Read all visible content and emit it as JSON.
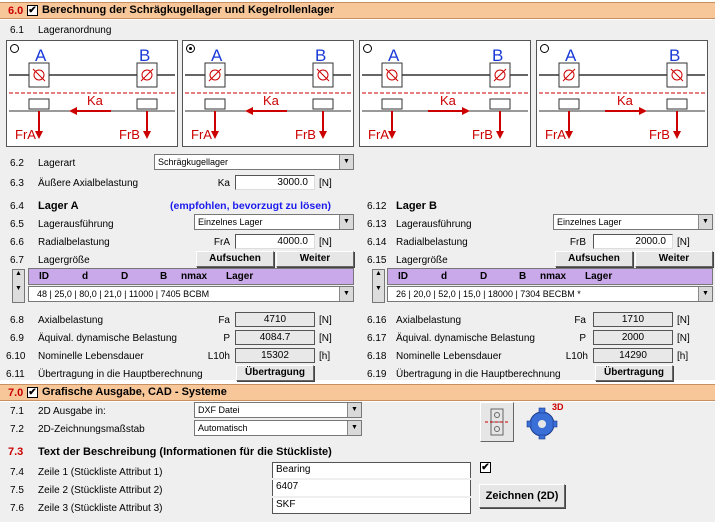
{
  "s6": {
    "num": "6.0",
    "title": "Berechnung der Schrägkugellager und Kegelrollenlager"
  },
  "r61": {
    "num": "6.1",
    "label": "Lageranordnung"
  },
  "diagrams": [
    {
      "a": "A",
      "b": "B",
      "f": "Ka",
      "fra": "FrA",
      "frb": "FrB",
      "selected": false
    },
    {
      "a": "A",
      "b": "B",
      "f": "Ka",
      "fra": "FrA",
      "frb": "FrB",
      "selected": true
    },
    {
      "a": "A",
      "b": "B",
      "f": "Ka",
      "fra": "FrA",
      "frb": "FrB",
      "selected": false
    },
    {
      "a": "A",
      "b": "B",
      "f": "Ka",
      "fra": "FrA",
      "frb": "FrB",
      "selected": false
    }
  ],
  "r62": {
    "num": "6.2",
    "label": "Lagerart",
    "value": "Schrägkugellager"
  },
  "r63": {
    "num": "6.3",
    "label": "Äußere Axialbelastung",
    "sym": "Ka",
    "value": "3000.0",
    "unit": "[N]"
  },
  "lagerA": {
    "r64": {
      "num": "6.4",
      "label": "Lager A",
      "note": "(empfohlen, bevorzugt zu lösen)"
    },
    "r65": {
      "num": "6.5",
      "label": "Lagerausführung",
      "value": "Einzelnes Lager"
    },
    "r66": {
      "num": "6.6",
      "label": "Radialbelastung",
      "sym": "FrA",
      "value": "4000.0",
      "unit": "[N]"
    },
    "r67": {
      "num": "6.7",
      "label": "Lagergröße",
      "btn1": "Aufsuchen",
      "btn2": "Weiter"
    },
    "table": {
      "h_id": "ID",
      "h_d": "d",
      "h_D": "D",
      "h_B": "B",
      "h_nmax": "nmax",
      "h_lager": "Lager",
      "row": "48  |       25,0  |        80,0  |        21,0  |  11000  |  7405 BCBM"
    },
    "r68": {
      "num": "6.8",
      "label": "Axialbelastung",
      "sym": "Fa",
      "value": "4710",
      "unit": "[N]"
    },
    "r69": {
      "num": "6.9",
      "label": "Äquival. dynamische Belastung",
      "sym": "P",
      "value": "4084.7",
      "unit": "[N]"
    },
    "r610": {
      "num": "6.10",
      "label": "Nominelle Lebensdauer",
      "sym": "L10h",
      "value": "15302",
      "unit": "[h]"
    },
    "r611": {
      "num": "6.11",
      "label": "Übertragung in die Hauptberechnung",
      "btn": "Übertragung"
    }
  },
  "lagerB": {
    "r612": {
      "num": "6.12",
      "label": "Lager B"
    },
    "r613": {
      "num": "6.13",
      "label": "Lagerausführung",
      "value": "Einzelnes Lager"
    },
    "r614": {
      "num": "6.14",
      "label": "Radialbelastung",
      "sym": "FrB",
      "value": "2000.0",
      "unit": "[N]"
    },
    "r615": {
      "num": "6.15",
      "label": "Lagergröße",
      "btn1": "Aufsuchen",
      "btn2": "Weiter"
    },
    "table": {
      "h_id": "ID",
      "h_d": "d",
      "h_D": "D",
      "h_B": "B",
      "h_nmax": "nmax",
      "h_lager": "Lager",
      "row": "26  |       20,0  |        52,0  |        15,0  |  18000  |  7304 BECBM *"
    },
    "r616": {
      "num": "6.16",
      "label": "Axialbelastung",
      "sym": "Fa",
      "value": "1710",
      "unit": "[N]"
    },
    "r617": {
      "num": "6.17",
      "label": "Äquival. dynamische Belastung",
      "sym": "P",
      "value": "2000",
      "unit": "[N]"
    },
    "r618": {
      "num": "6.18",
      "label": "Nominelle Lebensdauer",
      "sym": "L10h",
      "value": "14290",
      "unit": "[h]"
    },
    "r619": {
      "num": "6.19",
      "label": "Übertragung in die Hauptberechnung",
      "btn": "Übertragung"
    }
  },
  "s7": {
    "num": "7.0",
    "title": "Grafische Ausgabe, CAD - Systeme"
  },
  "r71": {
    "num": "7.1",
    "label": "2D Ausgabe in:",
    "value": "DXF Datei"
  },
  "r72": {
    "num": "7.2",
    "label": "2D-Zeichnungsmaßstab",
    "value": "Automatisch"
  },
  "r73": {
    "num": "7.3",
    "label": "Text der Beschreibung (Informationen für die Stückliste)"
  },
  "r74": {
    "num": "7.4",
    "label": "Zeile 1 (Stückliste Attribut 1)",
    "value": "Bearing"
  },
  "r75": {
    "num": "7.5",
    "label": "Zeile 2 (Stückliste Attribut 2)",
    "value": "6407"
  },
  "r76": {
    "num": "7.6",
    "label": "Zeile 3 (Stückliste Attribut 3)",
    "value": "SKF"
  },
  "draw_btn": "Zeichnen (2D)",
  "icon3d": "3D"
}
